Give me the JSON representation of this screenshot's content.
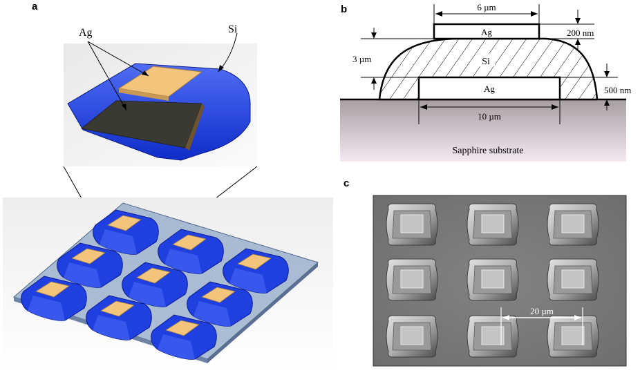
{
  "panel_a": {
    "letter": "a",
    "label_ag": "Ag",
    "label_si": "Si"
  },
  "panel_b": {
    "letter": "b",
    "dim_top_ag_width": "6 µm",
    "dim_ag_thickness": "200 nm",
    "dim_si_height": "3 µm",
    "label_top_ag": "Ag",
    "label_si": "Si",
    "label_bottom_ag": "Ag",
    "dim_bottom_ag_thickness": "500 nm",
    "dim_bottom_ag_width": "10 µm",
    "substrate_label": "Sapphire substrate"
  },
  "panel_c": {
    "letter": "c",
    "scale_label": "20 µm"
  },
  "colors": {
    "silicon_blue": "#1f3fe0",
    "silver_pad": "#f2c47c",
    "substrate_film": "#8fa8c8",
    "sem_background": "#7c7c7c"
  }
}
